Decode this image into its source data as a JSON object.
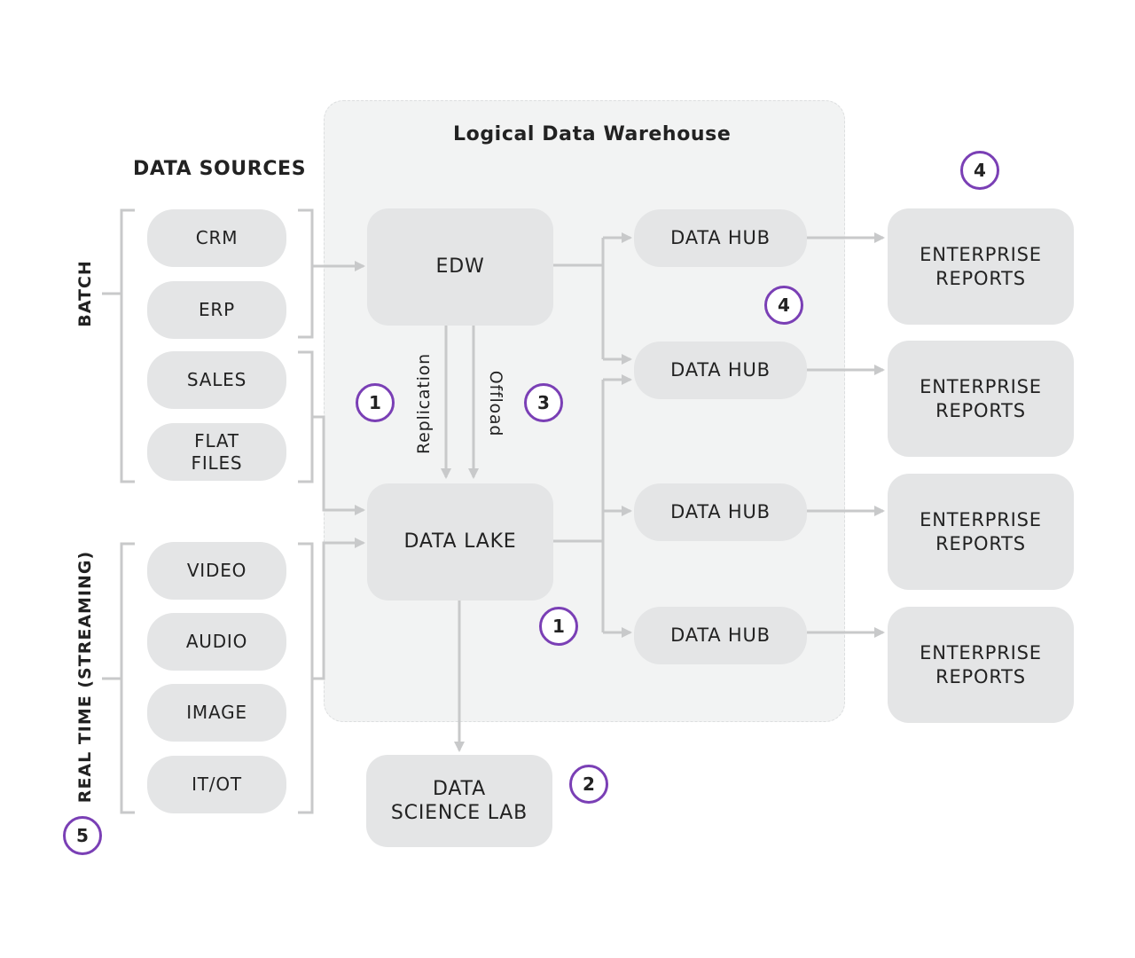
{
  "diagram": {
    "title": "Logical Data Warehouse",
    "sources_title": "DATA SOURCES",
    "batch_label": "BATCH",
    "realtime_label": "REAL TIME (STREAMING)",
    "sources": {
      "crm": "CRM",
      "erp": "ERP",
      "sales": "SALES",
      "flat_files": "FLAT\nFILES",
      "video": "VIDEO",
      "audio": "AUDIO",
      "image": "IMAGE",
      "itot": "IT/OT"
    },
    "edw": "EDW",
    "data_lake": "DATA LAKE",
    "science_lab": "DATA\nSCIENCE LAB",
    "replication_label": "Replication",
    "offload_label": "Offload",
    "hubs": [
      "DATA HUB",
      "DATA HUB",
      "DATA HUB",
      "DATA HUB"
    ],
    "reports": [
      "ENTERPRISE\nREPORTS",
      "ENTERPRISE\nREPORTS",
      "ENTERPRISE\nREPORTS",
      "ENTERPRISE\nREPORTS"
    ],
    "badges": {
      "replication": "1",
      "offload": "3",
      "data_lake": "1",
      "science_lab": "2",
      "hub": "4",
      "reports": "4",
      "realtime": "5"
    },
    "colors": {
      "badge_ring": "#7a3fb5",
      "box_fill": "#e4e5e6",
      "connector": "#c8c9ca",
      "warehouse_fill": "#f2f3f3"
    }
  }
}
